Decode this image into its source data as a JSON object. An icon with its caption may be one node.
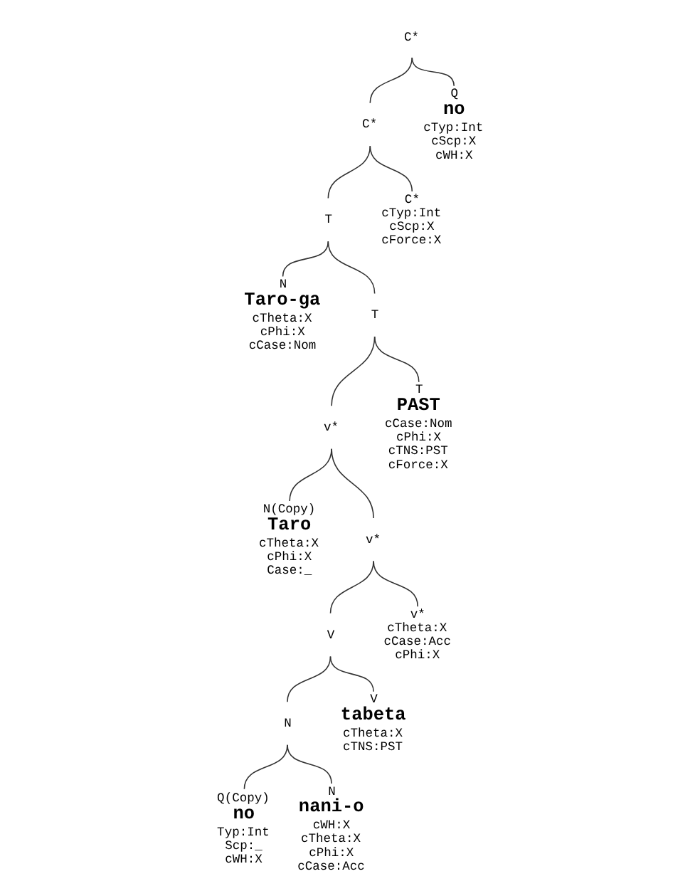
{
  "diagram": {
    "nodes": [
      {
        "text": [
          "C*"
        ]
      },
      {
        "text": [
          "C*"
        ]
      },
      {
        "text": [
          "Q",
          "no",
          "cTyp:Int",
          "cScp:X",
          "cWH:X"
        ]
      },
      {
        "text": [
          "T"
        ]
      },
      {
        "text": [
          "C*",
          "cTyp:Int",
          "cScp:X",
          "cForce:X"
        ]
      },
      {
        "text": [
          "N",
          "Taro-ga",
          "cTheta:X",
          "cPhi:X",
          "cCase:Nom"
        ]
      },
      {
        "text": [
          "T"
        ]
      },
      {
        "text": [
          "v*"
        ]
      },
      {
        "text": [
          "T",
          "PAST",
          "cCase:Nom",
          "cPhi:X",
          "cTNS:PST",
          "cForce:X"
        ]
      },
      {
        "text": [
          "N(Copy)",
          "Taro",
          "cTheta:X",
          "cPhi:X",
          "Case:_"
        ]
      },
      {
        "text": [
          "v*"
        ]
      },
      {
        "text": [
          "V"
        ]
      },
      {
        "text": [
          "v*",
          "cTheta:X",
          "cCase:Acc",
          "cPhi:X"
        ]
      },
      {
        "text": [
          "N"
        ]
      },
      {
        "text": [
          "V",
          "tabeta",
          "cTheta:X",
          "cTNS:PST"
        ]
      },
      {
        "text": [
          "Q(Copy)",
          "no",
          "Typ:Int",
          "Scp:_",
          "cWH:X"
        ]
      },
      {
        "text": [
          "N",
          "nani-o",
          "cWH:X",
          "cTheta:X",
          "cPhi:X",
          "cCase:Acc"
        ]
      }
    ],
    "edges": [
      {
        "from": 0,
        "to": 1,
        "arrow": "none"
      },
      {
        "from": 0,
        "to": 2,
        "arrow": "none"
      },
      {
        "from": 1,
        "to": 3,
        "arrow": "none"
      },
      {
        "from": 1,
        "to": 4,
        "arrow": "none"
      },
      {
        "from": 3,
        "to": 5,
        "arrow": "none"
      },
      {
        "from": 3,
        "to": 6,
        "arrow": "none"
      },
      {
        "from": 6,
        "to": 7,
        "arrow": "none"
      },
      {
        "from": 6,
        "to": 8,
        "arrow": "none"
      },
      {
        "from": 7,
        "to": 9,
        "arrow": "none"
      },
      {
        "from": 7,
        "to": 10,
        "arrow": "none"
      },
      {
        "from": 10,
        "to": 11,
        "arrow": "none"
      },
      {
        "from": 10,
        "to": 12,
        "arrow": "none"
      },
      {
        "from": 11,
        "to": 13,
        "arrow": "none"
      },
      {
        "from": 11,
        "to": 14,
        "arrow": "none"
      },
      {
        "from": 13,
        "to": 15,
        "arrow": "none"
      },
      {
        "from": 13,
        "to": 16,
        "arrow": "none"
      }
    ]
  }
}
